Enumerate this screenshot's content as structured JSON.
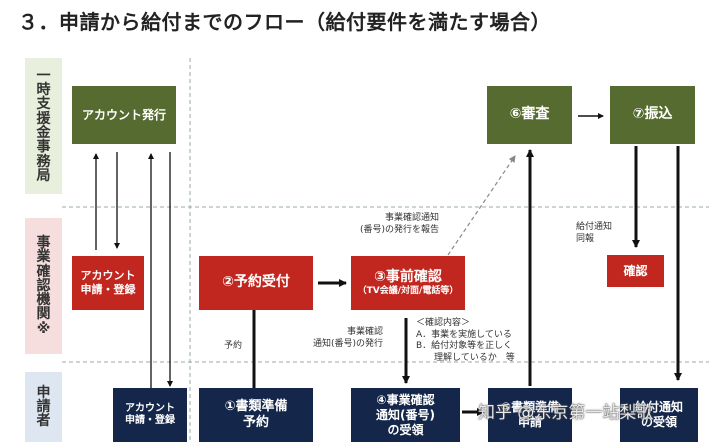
{
  "title": "３．申請から給付までのフロー（給付要件を満たす場合）",
  "lanes": {
    "secretariat": "一時支援金事務局",
    "confirmation_agency": "事業確認機関※",
    "applicant": "申請者"
  },
  "boxes": {
    "account_issue": "アカウント発行",
    "review": "⑥審査",
    "transfer": "⑦振込",
    "account_register_agency": "アカウント\n申請・登録",
    "reservation_accept": "②予約受付",
    "pre_confirmation": "③事前確認",
    "pre_confirmation_sub": "（TV会議/対面/電話等）",
    "confirm": "確認",
    "account_register_applicant": "アカウント\n申請・登録",
    "doc_prep_reserve": "①書類準備\n予約",
    "receive_notice": "④事業確認\n通知(番号)\nの受領",
    "apply_submit": "⑤書類準備\n申請",
    "grant_notice_applicant": "給付通知\nの受領"
  },
  "notes": {
    "report_issue": "事業確認通知\n(番号)の発行を報告",
    "grant_notice": "給付通知\n同報",
    "reserve": "予約",
    "issue_notice": "事業確認\n通知(番号)の発行",
    "confirm_contents": "＜確認内容＞\nA．事業を実施している\nB．給付対象等を正しく\n　　理解しているか　等"
  },
  "watermark": "知乎 @东京第一站梨歌",
  "colors": {
    "green": "#556b2f",
    "red": "#c1271e",
    "navy": "#14264a",
    "lane_green": "#e8efdc",
    "lane_pink": "#f6dede",
    "lane_blue": "#dde6f1"
  }
}
